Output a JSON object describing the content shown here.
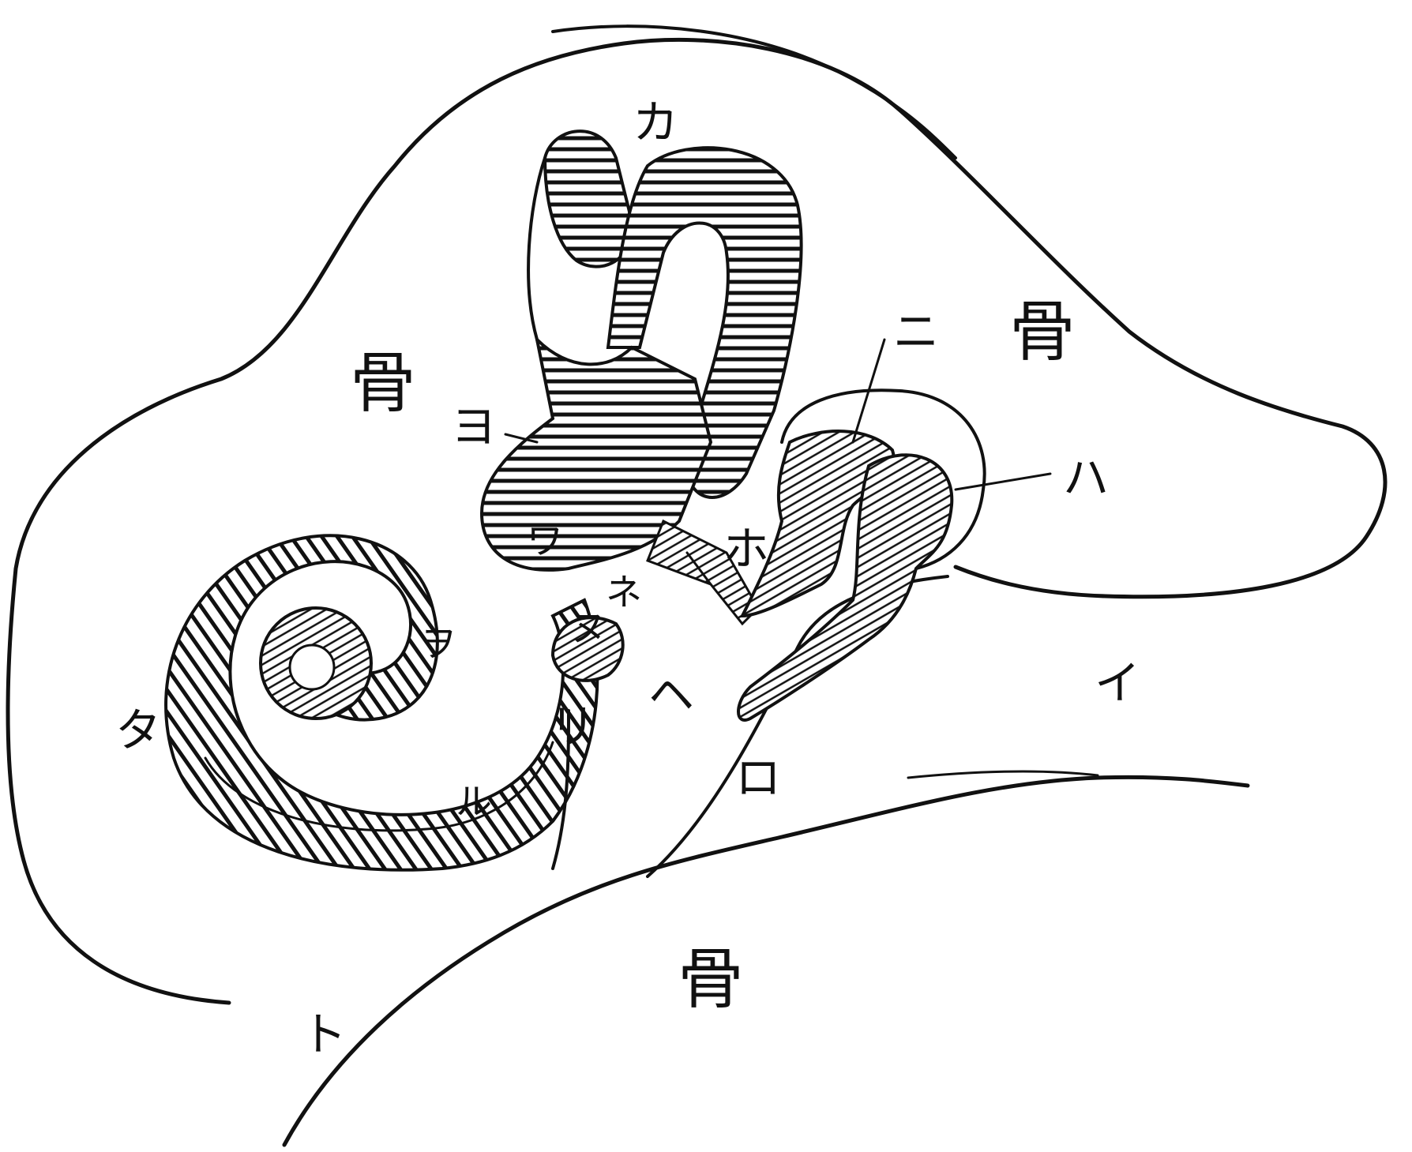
{
  "bone_labels": [
    "骨",
    "骨",
    "骨"
  ],
  "part_labels": {
    "i": "イ",
    "ro": "ロ",
    "ha": "ハ",
    "ni": "ニ",
    "ho": "ホ",
    "he": "ヘ",
    "to": "ト",
    "ri": "リ",
    "nu": "ヌ",
    "ru": "ル",
    "wo": "ヲ",
    "wa": "ワ",
    "ka": "カ",
    "yo": "ヨ",
    "ta": "タ",
    "ne": "ネ"
  },
  "colors": {
    "ink": "#111111",
    "paper": "#ffffff"
  }
}
